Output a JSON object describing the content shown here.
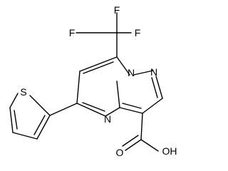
{
  "molecule": {
    "labels": {
      "F_top": "F",
      "F_left": "F",
      "F_right": "F",
      "N_bridge": "N",
      "N_pyrazole": "N",
      "N_pyrimidine": "N",
      "S_thiophene": "S",
      "O_carbonyl": "O",
      "OH_acid": "OH"
    }
  }
}
